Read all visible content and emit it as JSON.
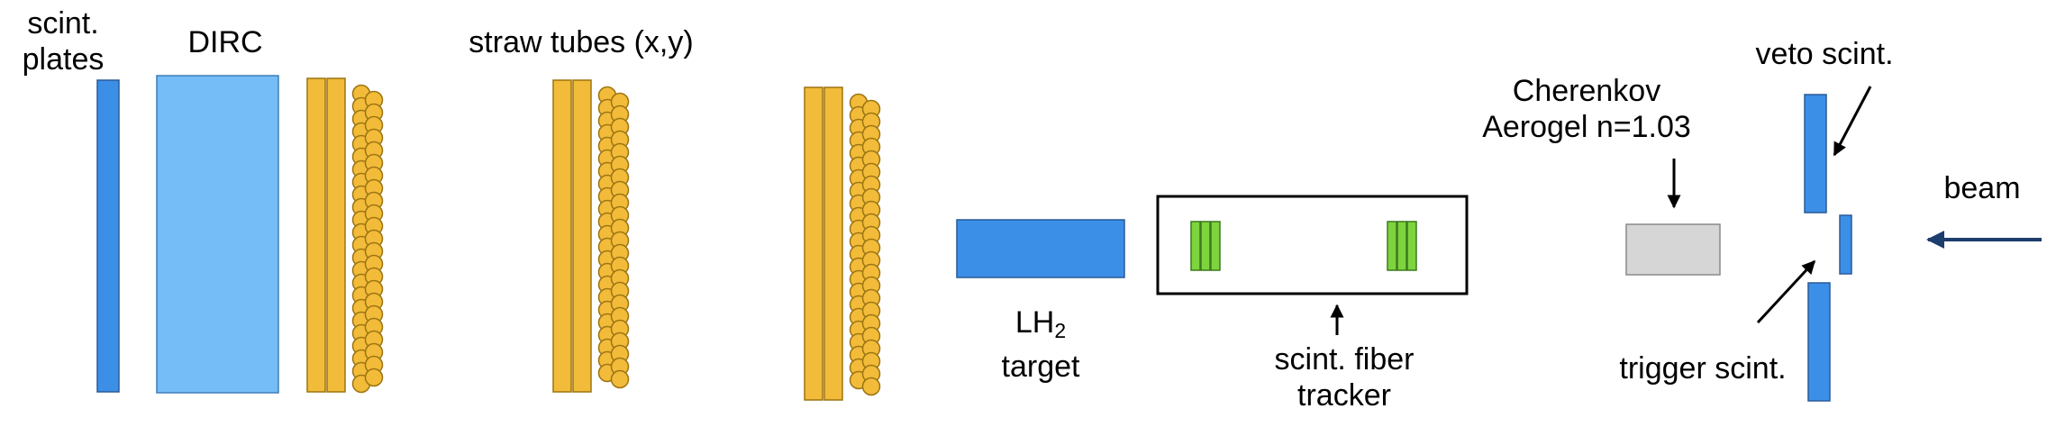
{
  "labels": {
    "scint_plates": [
      "scint.",
      "plates"
    ],
    "dirc": "DIRC",
    "straw_tubes": "straw tubes (x,y)",
    "lh2_target": {
      "main": "LH",
      "sub": "2",
      "line2": "target"
    },
    "fiber_tracker": [
      "scint. fiber",
      "tracker"
    ],
    "cherenkov": [
      "Cherenkov",
      "Aerogel n=1.03"
    ],
    "veto": "veto scint.",
    "beam": "beam",
    "trigger": "trigger scint."
  },
  "colors": {
    "scint_blue": "#3c8fe6",
    "dirc_blue": "#75bdf7",
    "straw_gold": "#f2bb3a",
    "fiber_green": "#7ed43e",
    "aerogel_gray": "#d6d6d6",
    "beam_arrow": "#1c3d6e",
    "outline": "#000000"
  }
}
